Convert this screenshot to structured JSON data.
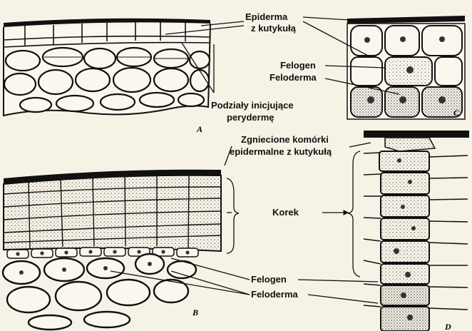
{
  "labels": {
    "epidermis": [
      "Epiderma",
      "z kutykułą"
    ],
    "initiating_divisions": [
      "Podziały inicjujące",
      "perydermę"
    ],
    "phellogen_c": "Felogen",
    "phelloderm_c": "Feloderma",
    "crushed_cells": [
      "Zgniecione komórki",
      "epidermalne z kutykułą"
    ],
    "cork": "Korek",
    "phellogen_b": "Felogen",
    "phelloderm_b": "Feloderma"
  },
  "panels": [
    "A",
    "B",
    "C",
    "D"
  ],
  "colors": {
    "background": "#f7f2e6",
    "ink": "#111111",
    "cork_fill": "#efe4cc",
    "cell_fill": "#fbf7ee"
  }
}
